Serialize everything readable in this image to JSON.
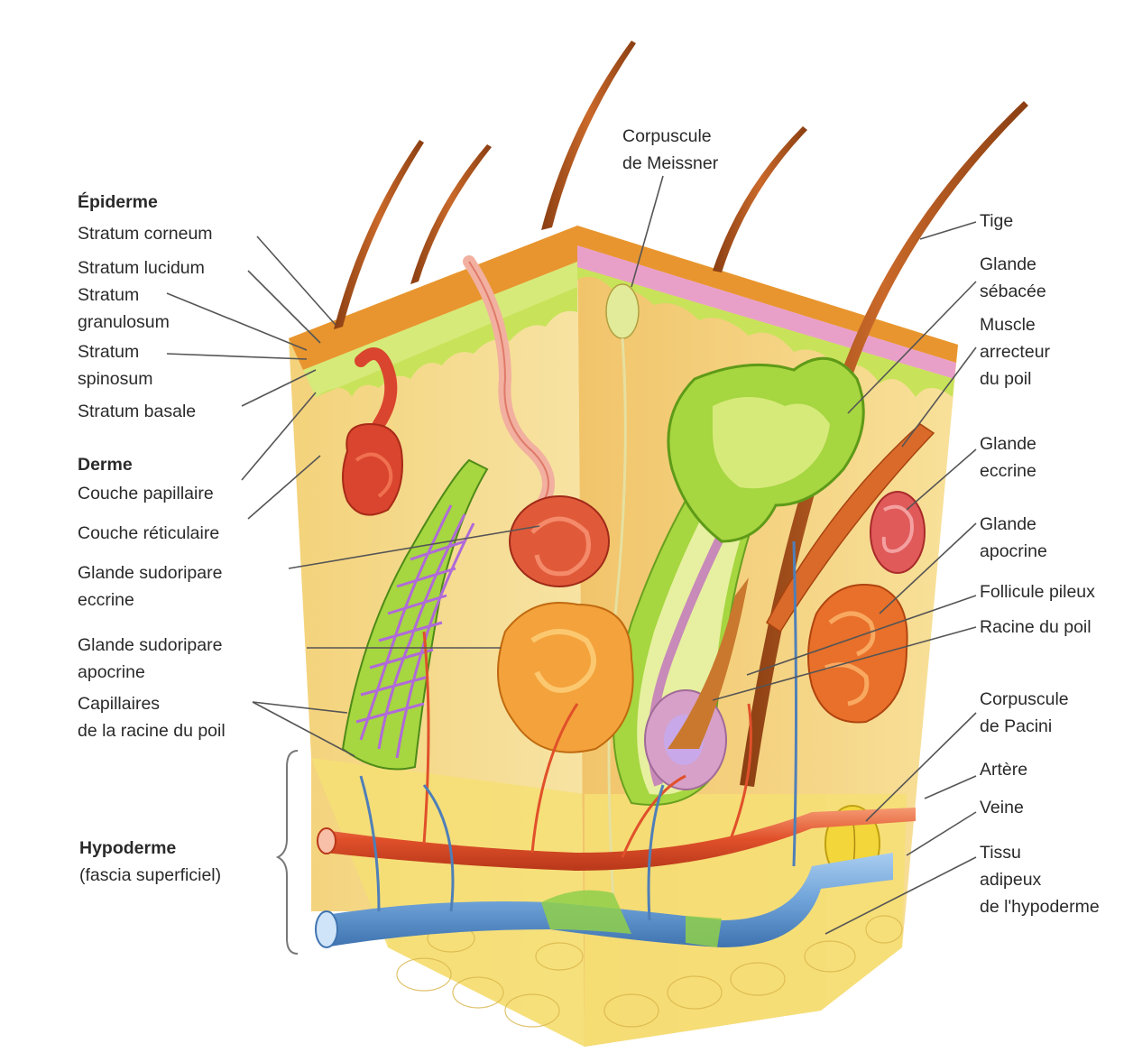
{
  "palette": {
    "epidermis_green": "#c8e35a",
    "dermis_yellow": "#f5dc8c",
    "hypodermis_yellow": "#f7e27a",
    "hair_brown": "#b5581e",
    "artery_red": "#e0502a",
    "vein_blue": "#6fa3d8",
    "gland_red": "#d9452e",
    "gland_orange": "#f4a23c",
    "capillary_purple": "#b06ad8",
    "sebaceous_green": "#9ccc3c"
  },
  "labels_left": {
    "epiderme": "Épiderme",
    "stratum_corneum": "Stratum corneum",
    "stratum_lucidum": "Stratum lucidum",
    "stratum_granulosum": [
      "Stratum",
      "granulosum"
    ],
    "stratum_spinosum": [
      "Stratum",
      "spinosum"
    ],
    "stratum_basale": "Stratum basale",
    "derme": "Derme",
    "couche_papillaire": "Couche papillaire",
    "couche_reticulaire": "Couche réticulaire",
    "glande_sudoripare_eccrine": [
      "Glande sudoripare",
      "eccrine"
    ],
    "glande_sudoripare_apocrine": [
      "Glande sudoripare",
      "apocrine"
    ],
    "capillaires": [
      "Capillaires",
      "de la racine du poil"
    ],
    "hypoderme": "Hypoderme",
    "fascia": "(fascia superficiel)"
  },
  "labels_top": {
    "corpuscule_meissner": [
      "Corpuscule",
      "de Meissner"
    ]
  },
  "labels_right": {
    "tige": "Tige",
    "glande_sebacee": [
      "Glande",
      "sébacée"
    ],
    "muscle_arrecteur": [
      "Muscle",
      "arrecteur",
      "du poil"
    ],
    "glande_eccrine": [
      "Glande",
      "eccrine"
    ],
    "glande_apocrine": [
      "Glande",
      "apocrine"
    ],
    "follicule_pileux": "Follicule pileux",
    "racine_du_poil": "Racine du poil",
    "corpuscule_pacini": [
      "Corpuscule",
      "de Pacini"
    ],
    "artere": "Artère",
    "veine": "Veine",
    "tissu_adipeux": [
      "Tissu",
      "adipeux",
      "de l'hypoderme"
    ]
  }
}
